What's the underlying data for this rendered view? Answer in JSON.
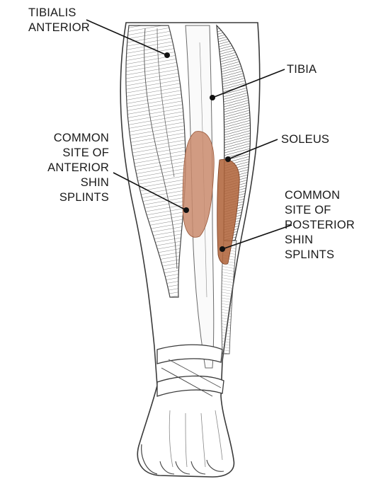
{
  "labels": {
    "tibialis_anterior": "TIBIALIS\nANTERIOR",
    "tibia": "TIBIA",
    "soleus": "SOLEUS",
    "anterior_shin_splints": "COMMON\nSITE OF\nANTERIOR\nSHIN\nSPLINTS",
    "posterior_shin_splints": "COMMON\nSITE OF\nPOSTERIOR\nSHIN\nSPLINTS"
  },
  "colors": {
    "outline": "#3a3a3a",
    "muscle_hatch": "#6b6b6b",
    "anterior_site": "#c98a6c",
    "posterior_site": "#b0653c",
    "leader": "#111111",
    "background": "#ffffff"
  }
}
